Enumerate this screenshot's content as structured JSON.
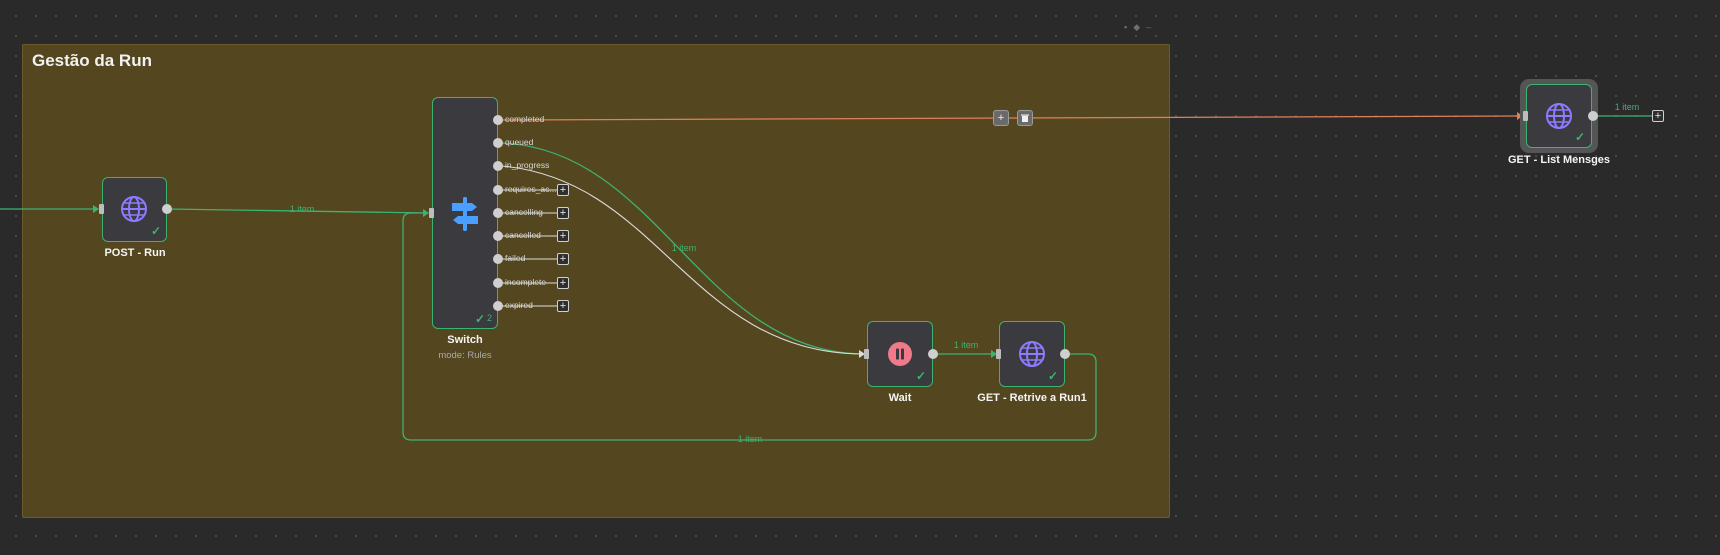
{
  "sticky_note": {
    "title": "Gestão da Run"
  },
  "nodes": {
    "post_run": {
      "label": "POST - Run"
    },
    "switch": {
      "label": "Switch",
      "subtitle": "mode: Rules",
      "run_count": "2",
      "outputs": [
        "completed",
        "queued",
        "in_progress",
        "requires_ac...",
        "cancelling",
        "cancelled",
        "failed",
        "incomplete",
        "expired"
      ]
    },
    "wait": {
      "label": "Wait"
    },
    "get_retrieve": {
      "label": "GET - Retrive a Run1"
    },
    "get_list": {
      "label": "GET - List Mensges"
    }
  },
  "connections": {
    "post_to_switch": "1 item",
    "queued_to_wait": "1 item",
    "wait_to_get": "1 item",
    "loop_back": "1 item",
    "list_output": "1 item"
  },
  "icons": {
    "globe": "globe-icon",
    "signpost": "signpost-icon",
    "pause": "pause-icon",
    "check": "check-icon",
    "plus": "plus-icon",
    "trash": "trash-icon"
  },
  "colors": {
    "success": "#3cb371",
    "sticky": "#54461f",
    "selected_wire": "#e0805a",
    "globe": "#8c7bff",
    "switch_icon": "#4a9eff",
    "pause": "#f07a8a"
  }
}
